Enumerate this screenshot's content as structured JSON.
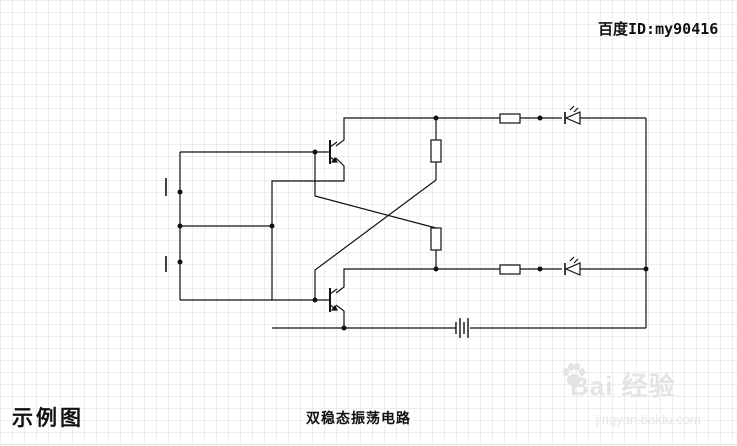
{
  "header": {
    "baidu_id": "百度ID:my90416"
  },
  "footer": {
    "example_label": "示例图",
    "circuit_title": "双稳态振荡电路"
  },
  "watermark": {
    "brand": "Bai  经验",
    "url": "jingyan.baidu.com"
  },
  "colors": {
    "grid": "#d4d4d4",
    "wire": "#111111",
    "background": "#ffffff",
    "watermark": "#e4e4e4"
  },
  "diagram": {
    "components": [
      {
        "name": "transistor-q1",
        "kind": "npn-transistor"
      },
      {
        "name": "transistor-q2",
        "kind": "npn-transistor"
      },
      {
        "name": "resistor-r1",
        "kind": "resistor"
      },
      {
        "name": "resistor-r2",
        "kind": "resistor"
      },
      {
        "name": "resistor-r3",
        "kind": "resistor"
      },
      {
        "name": "resistor-r4",
        "kind": "resistor"
      },
      {
        "name": "led-1",
        "kind": "led"
      },
      {
        "name": "led-2",
        "kind": "led"
      },
      {
        "name": "push-button-1",
        "kind": "push-button"
      },
      {
        "name": "push-button-2",
        "kind": "push-button"
      },
      {
        "name": "battery",
        "kind": "battery"
      }
    ]
  }
}
